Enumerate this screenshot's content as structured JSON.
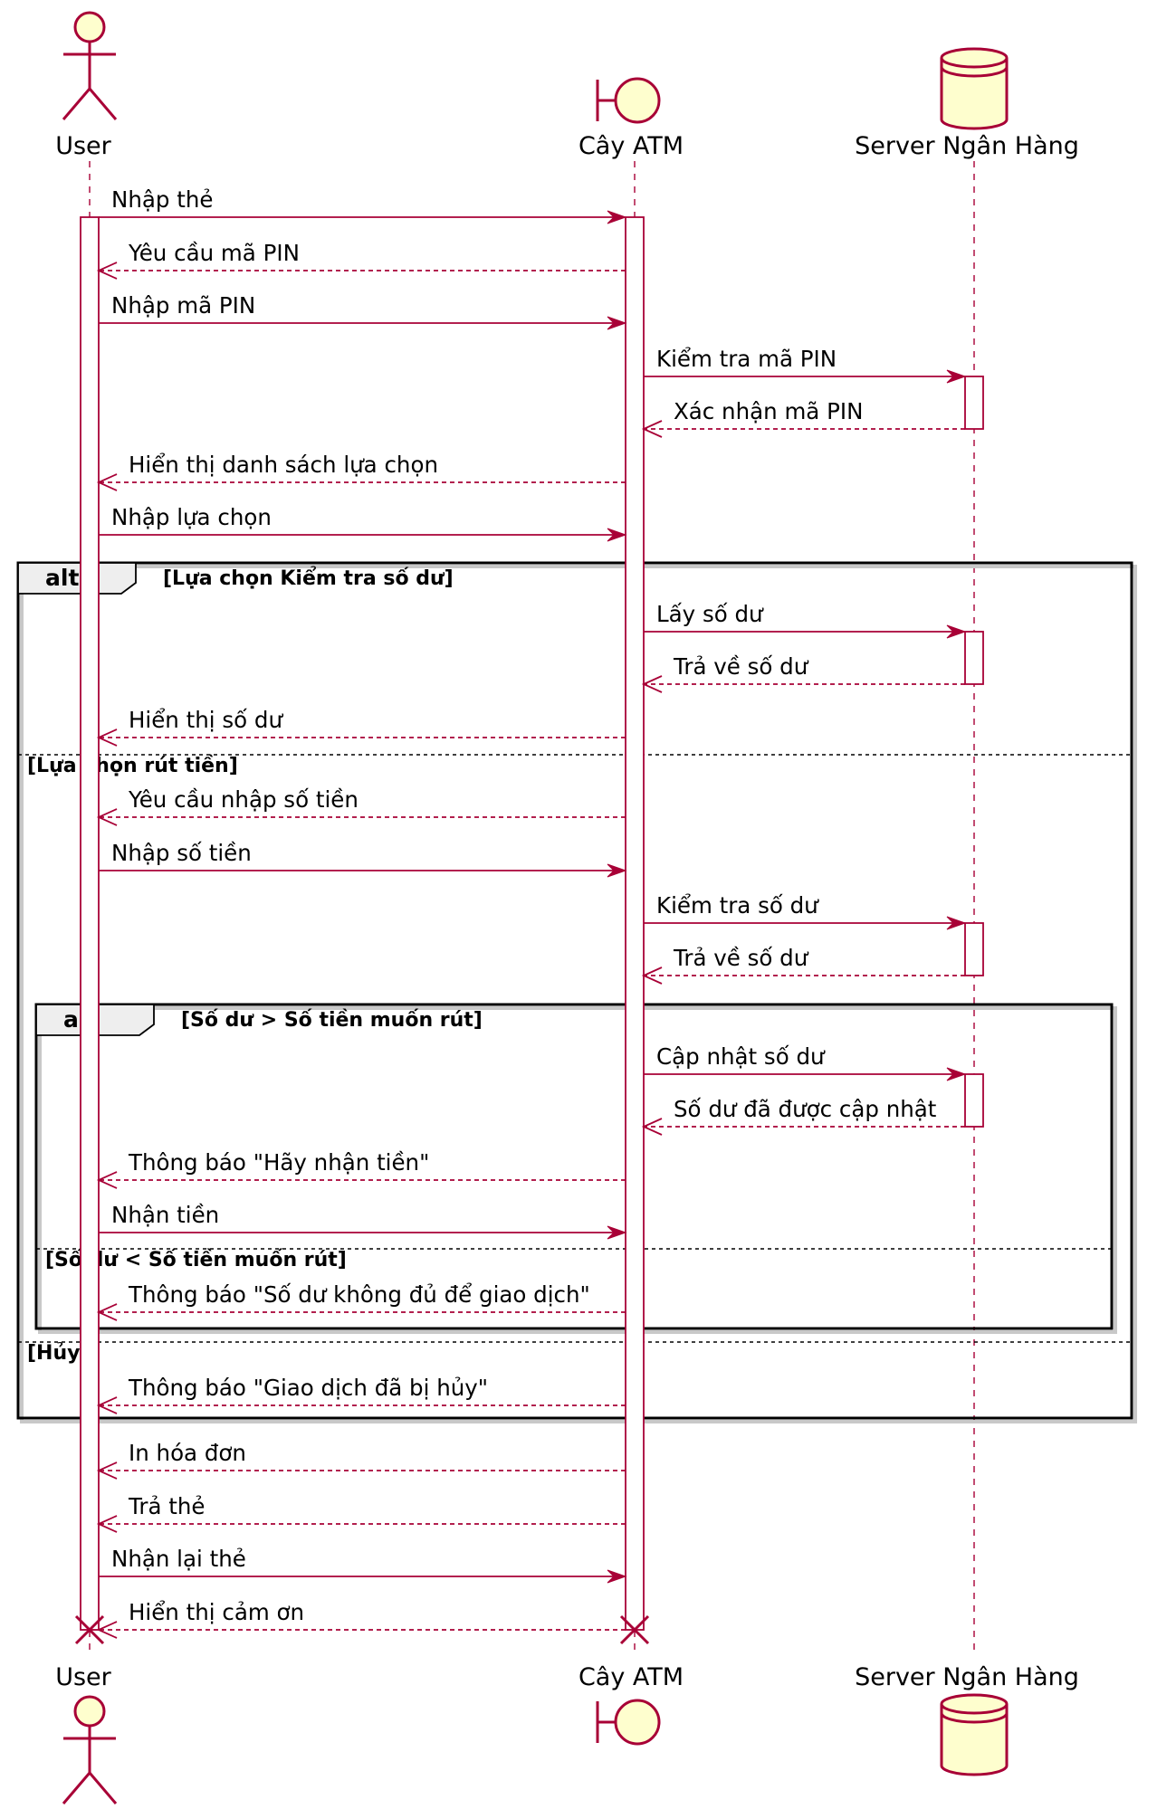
{
  "participants": [
    {
      "id": "user",
      "name": "User",
      "kind": "actor"
    },
    {
      "id": "atm",
      "name": "Cây ATM",
      "kind": "boundary"
    },
    {
      "id": "server",
      "name": "Server Ngân Hàng",
      "kind": "database"
    }
  ],
  "colors": {
    "line": "#A80036",
    "shape_fill": "#FEFECE",
    "tab_fill": "#EEEEEE"
  },
  "messages": [
    {
      "from": "user",
      "to": "atm",
      "text": "Nhập thẻ",
      "style": "solid"
    },
    {
      "from": "atm",
      "to": "user",
      "text": "Yêu cầu mã PIN",
      "style": "dashed"
    },
    {
      "from": "user",
      "to": "atm",
      "text": "Nhập mã PIN",
      "style": "solid"
    },
    {
      "from": "atm",
      "to": "server",
      "text": "Kiểm tra mã PIN",
      "style": "solid"
    },
    {
      "from": "server",
      "to": "atm",
      "text": "Xác nhận mã PIN",
      "style": "dashed"
    },
    {
      "from": "atm",
      "to": "user",
      "text": "Hiển thị danh sách lựa chọn",
      "style": "dashed"
    },
    {
      "from": "user",
      "to": "atm",
      "text": "Nhập lựa chọn",
      "style": "solid"
    },
    {
      "from": "atm",
      "to": "server",
      "text": "Lấy số dư",
      "style": "solid"
    },
    {
      "from": "server",
      "to": "atm",
      "text": "Trả về số dư",
      "style": "dashed"
    },
    {
      "from": "atm",
      "to": "user",
      "text": "Hiển thị số dư",
      "style": "dashed"
    },
    {
      "from": "atm",
      "to": "user",
      "text": "Yêu cầu nhập số tiền",
      "style": "dashed"
    },
    {
      "from": "user",
      "to": "atm",
      "text": "Nhập số tiền",
      "style": "solid"
    },
    {
      "from": "atm",
      "to": "server",
      "text": "Kiểm tra số dư",
      "style": "solid"
    },
    {
      "from": "server",
      "to": "atm",
      "text": "Trả về số dư",
      "style": "dashed"
    },
    {
      "from": "atm",
      "to": "server",
      "text": "Cập nhật số dư",
      "style": "solid"
    },
    {
      "from": "server",
      "to": "atm",
      "text": "Số dư đã được cập nhật",
      "style": "dashed"
    },
    {
      "from": "atm",
      "to": "user",
      "text": "Thông báo \"Hãy nhận tiền\"",
      "style": "dashed"
    },
    {
      "from": "user",
      "to": "atm",
      "text": "Nhận tiền",
      "style": "solid"
    },
    {
      "from": "atm",
      "to": "user",
      "text": "Thông báo \"Số dư không đủ để giao dịch\"",
      "style": "dashed"
    },
    {
      "from": "atm",
      "to": "user",
      "text": "Thông báo \"Giao dịch đã bị hủy\"",
      "style": "dashed"
    },
    {
      "from": "atm",
      "to": "user",
      "text": "In hóa đơn",
      "style": "dashed"
    },
    {
      "from": "atm",
      "to": "user",
      "text": "Trả thẻ",
      "style": "dashed"
    },
    {
      "from": "user",
      "to": "atm",
      "text": "Nhận lại thẻ",
      "style": "solid"
    },
    {
      "from": "atm",
      "to": "user",
      "text": "Hiển thị cảm ơn",
      "style": "dashed"
    }
  ],
  "fragments": [
    {
      "kind": "alt",
      "label": "[Lựa chọn Kiểm tra số dư]",
      "else_labels": [
        "[Lựa chọn rút tiền]",
        "[Hủy]"
      ]
    },
    {
      "kind": "alt",
      "label": "[Số dư > Số tiền muốn rút]",
      "else_labels": [
        "[Số dư < Số tiền muốn rút]"
      ]
    }
  ]
}
